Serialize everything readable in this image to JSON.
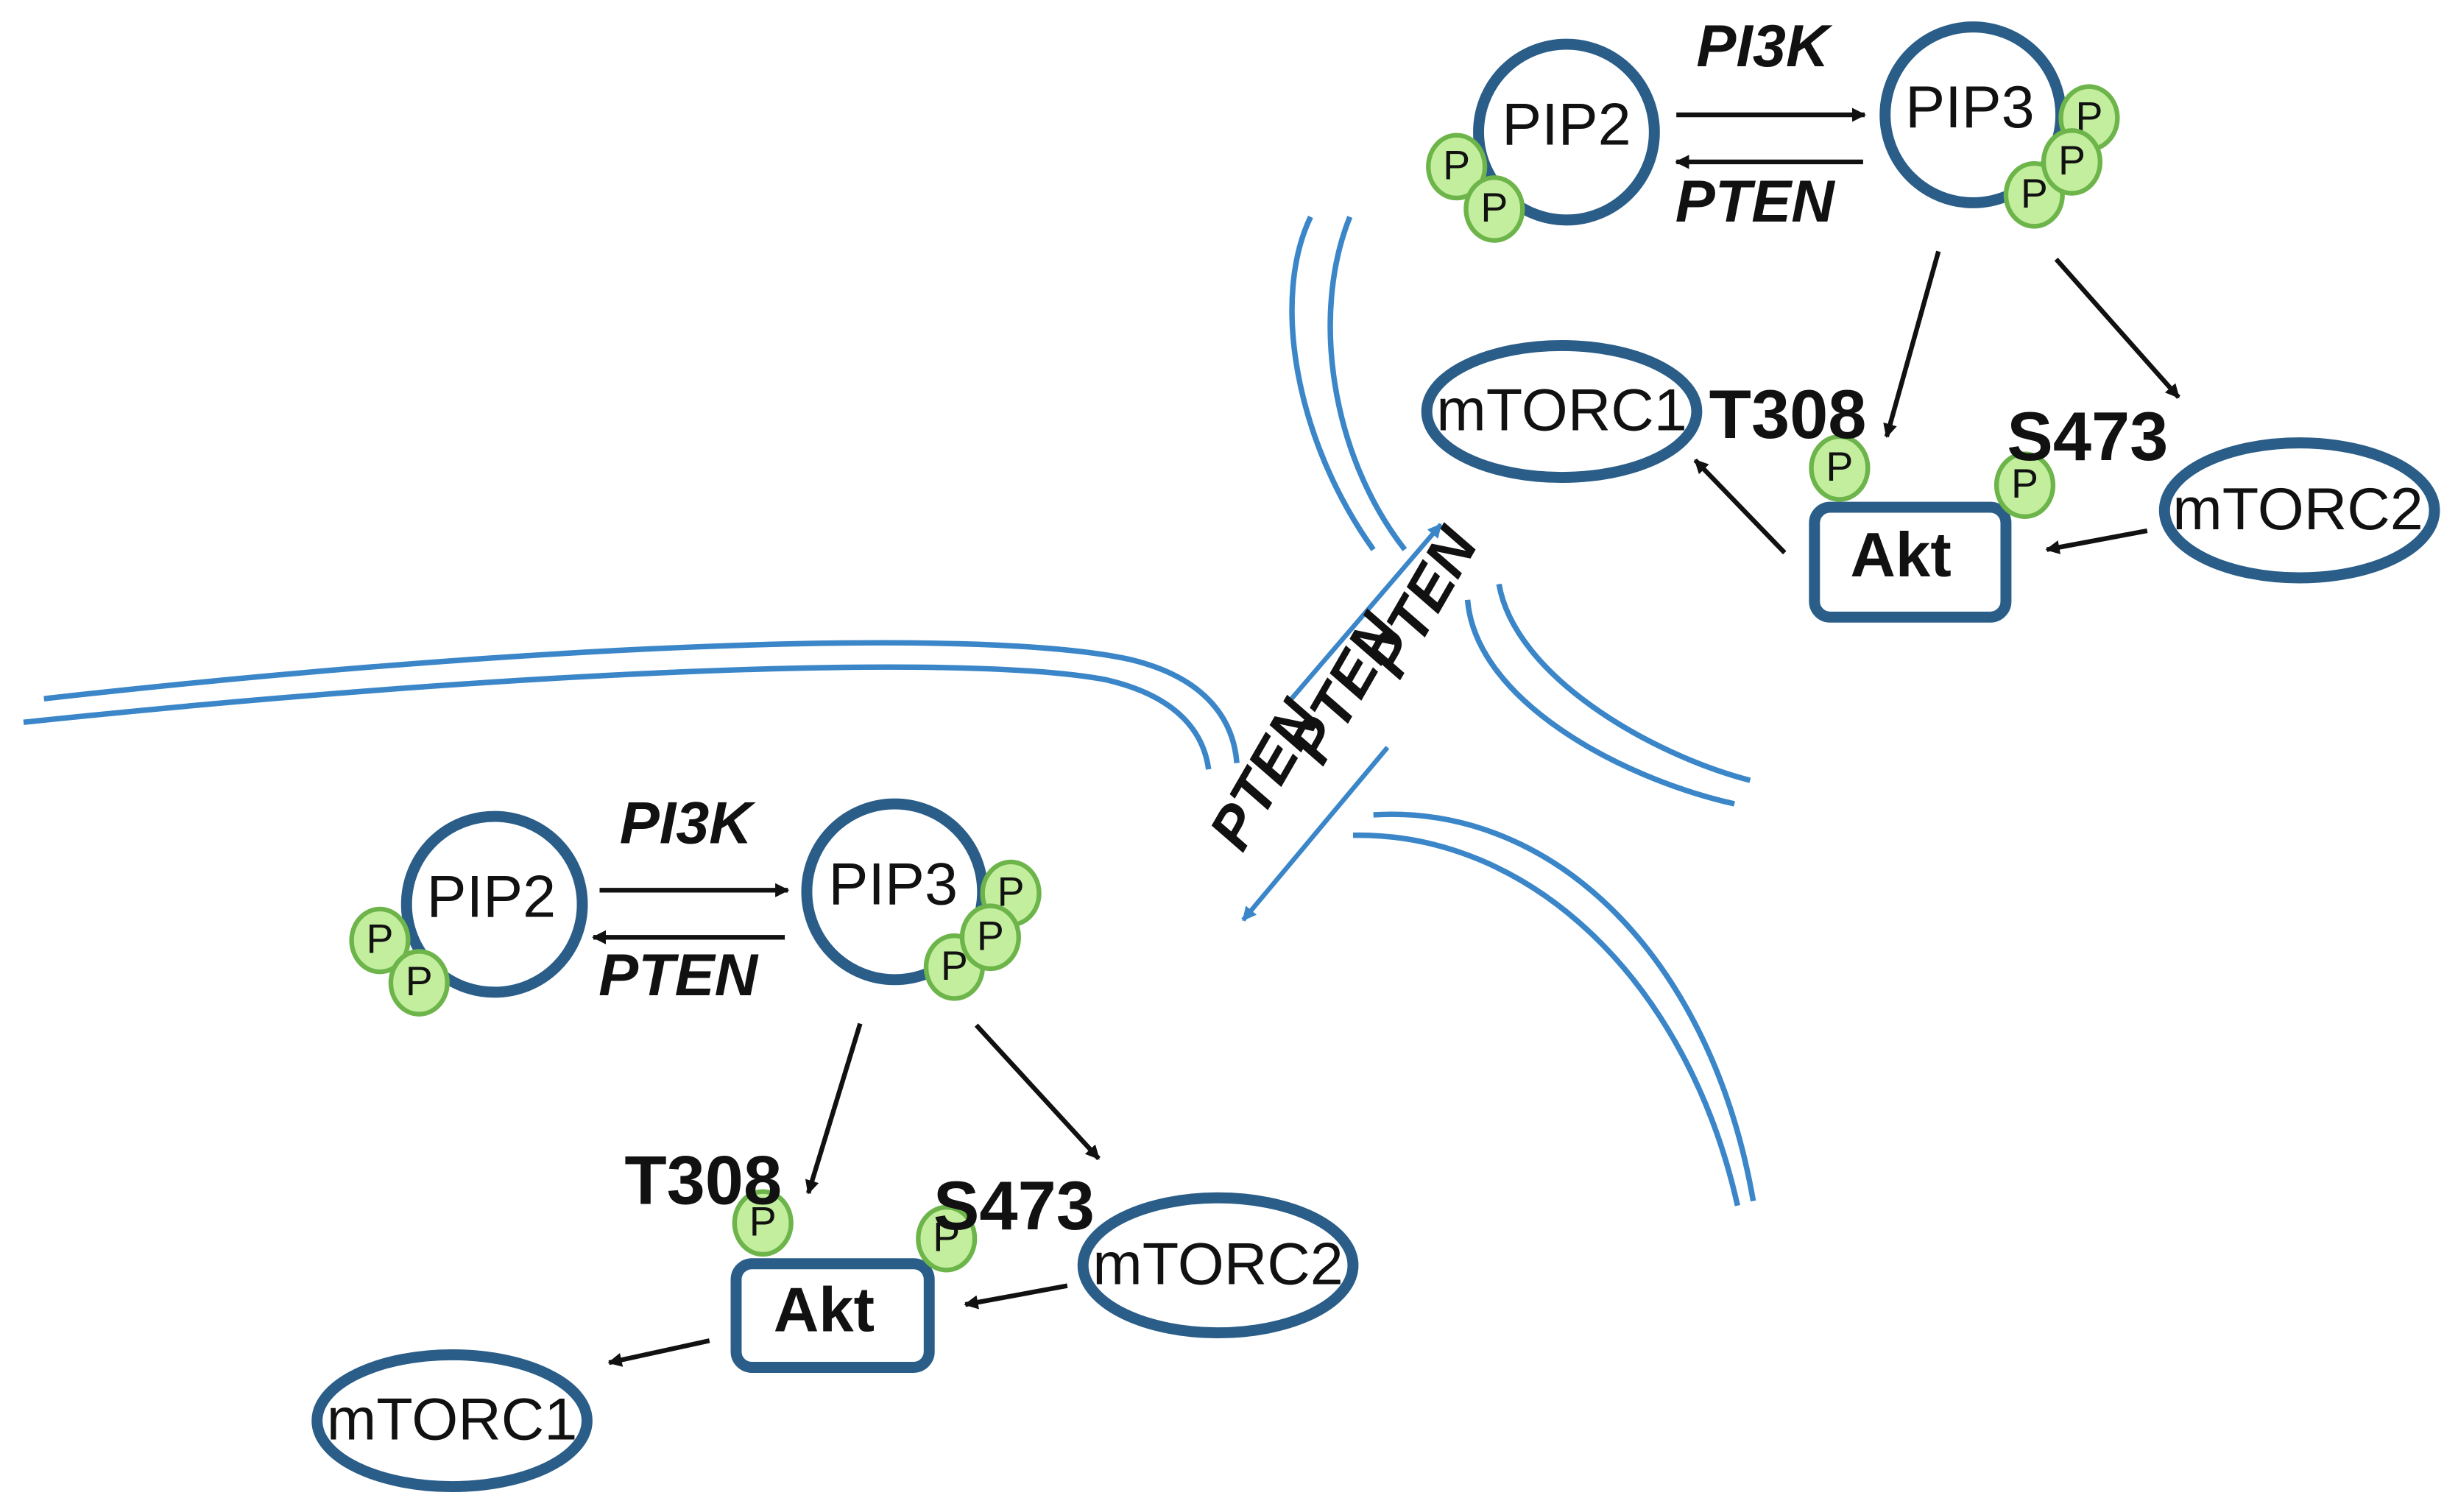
{
  "colors": {
    "node_stroke": "#2a5d88",
    "phosphate_fill": "#c3ee9e",
    "phosphate_stroke": "#6db54a",
    "membrane": "#3a86c8",
    "arrow": "#111111"
  },
  "phosphate_label": "P",
  "top_cell": {
    "pip2": "PIP2",
    "pip3": "PIP3",
    "pi3k": "PI3K",
    "pten": "PTEN",
    "mtorc1": "mTORC1",
    "mtorc2": "mTORC2",
    "akt": "Akt",
    "t308": "T308",
    "s473": "S473"
  },
  "bottom_cell": {
    "pip2": "PIP2",
    "pip3": "PIP3",
    "pi3k": "PI3K",
    "pten": "PTEN",
    "mtorc1": "mTORC1",
    "mtorc2": "mTORC2",
    "akt": "Akt",
    "t308": "T308",
    "s473": "S473"
  },
  "transfer": {
    "pten_1": "PTEN",
    "pten_2": "PTEN",
    "pten_3": "PTEN"
  }
}
